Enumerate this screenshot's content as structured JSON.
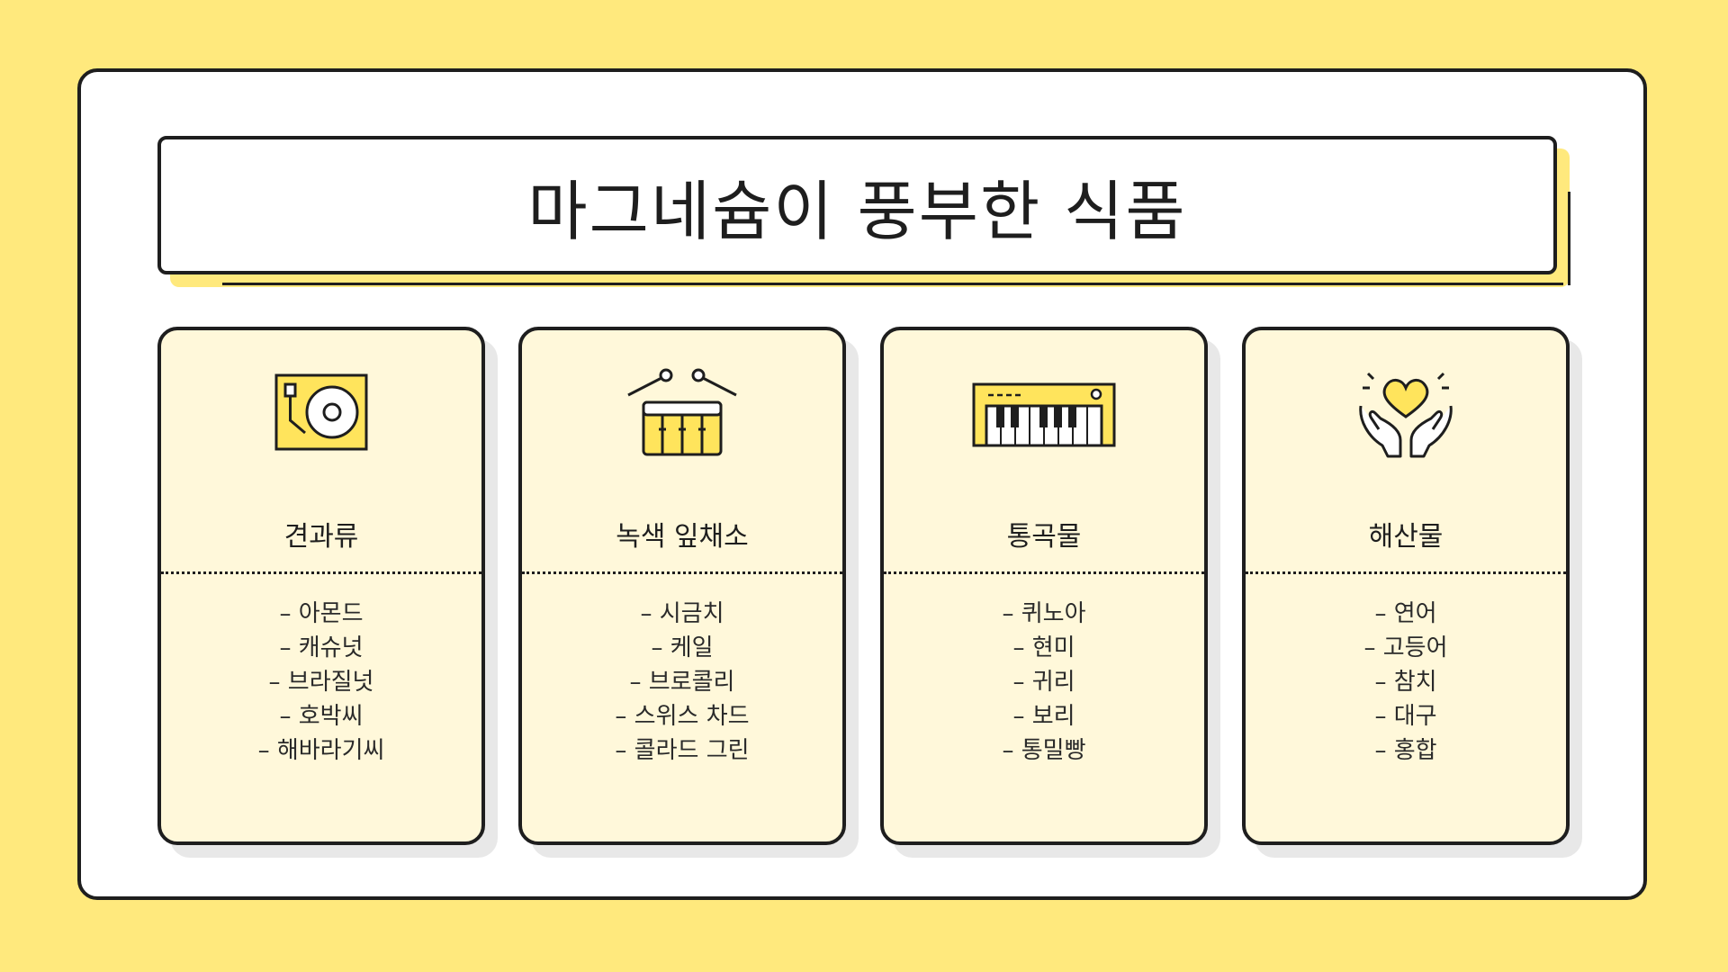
{
  "title": "마그네슘이 풍부한 식품",
  "colors": {
    "background": "#FFE97D",
    "card_fill": "#FFF8DA",
    "accent": "#FFE45C",
    "outline": "#1E1E1E"
  },
  "cards": [
    {
      "icon": "turntable-icon",
      "title": "견과류",
      "items": [
        "– 아몬드",
        "– 캐슈넛",
        "– 브라질넛",
        "– 호박씨",
        "– 해바라기씨"
      ]
    },
    {
      "icon": "drum-icon",
      "title": "녹색 잎채소",
      "items": [
        "– 시금치",
        "– 케일",
        "– 브로콜리",
        "– 스위스 차드",
        "– 콜라드 그린"
      ]
    },
    {
      "icon": "keyboard-icon",
      "title": "통곡물",
      "items": [
        "– 퀴노아",
        "– 현미",
        "– 귀리",
        "– 보리",
        "– 통밀빵"
      ]
    },
    {
      "icon": "heart-hands-icon",
      "title": "해산물",
      "items": [
        "– 연어",
        "– 고등어",
        "– 참치",
        "– 대구",
        "– 홍합"
      ]
    }
  ]
}
